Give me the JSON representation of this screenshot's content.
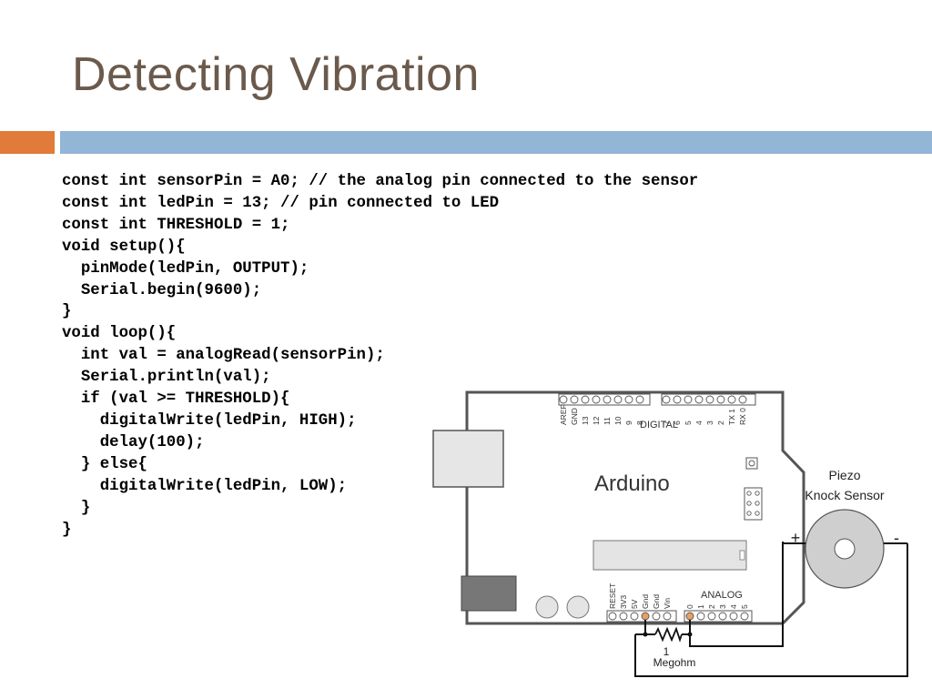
{
  "slide": {
    "title": "Detecting Vibration"
  },
  "code_lines": [
    "const int sensorPin = A0; // the analog pin connected to the sensor",
    "const int ledPin = 13; // pin connected to LED",
    "const int THRESHOLD = 1;",
    "void setup(){",
    "  pinMode(ledPin, OUTPUT);",
    "  Serial.begin(9600);",
    "}",
    "void loop(){",
    "  int val = analogRead(sensorPin);",
    "  Serial.println(val);",
    "  if (val >= THRESHOLD){",
    "    digitalWrite(ledPin, HIGH);",
    "    delay(100);",
    "  } else{",
    "    digitalWrite(ledPin, LOW);",
    "  }",
    "}"
  ],
  "diagram": {
    "board_label": "Arduino",
    "digital_label": "DIGITAL",
    "analog_label": "ANALOG",
    "digital_pins": [
      "AREF",
      "GND",
      "13",
      "12",
      "11",
      "10",
      "9",
      "8",
      "7",
      "6",
      "5",
      "4",
      "3",
      "2",
      "TX 1",
      "RX 0"
    ],
    "power_pins": [
      "RESET",
      "3V3",
      "5V",
      "Gnd",
      "Gnd",
      "Vin"
    ],
    "analog_pins": [
      "0",
      "1",
      "2",
      "3",
      "4",
      "5"
    ],
    "sensor_label_line1": "Piezo",
    "sensor_label_line2": "Knock Sensor",
    "plus_label": "+",
    "minus_label": "-",
    "resistor_label_line1": "1",
    "resistor_label_line2": "Megohm"
  },
  "colors": {
    "title": "#6b5a4c",
    "accent_bar": "#e07b39",
    "main_bar": "#93b5d6",
    "highlight_pin": "#e8a060"
  }
}
